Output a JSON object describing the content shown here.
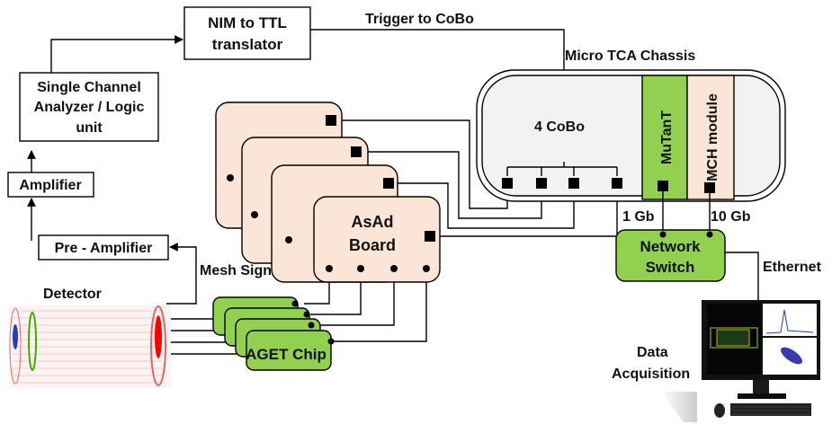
{
  "blocks": {
    "nim_ttl": [
      "NIM to TTL",
      "translator"
    ],
    "sca": [
      "Single Channel",
      "Analyzer / Logic",
      "unit"
    ],
    "amplifier": "Amplifier",
    "preamp": "Pre - Amplifier",
    "detector": "Detector",
    "mesh_signal": "Mesh Signal",
    "aget": "AGET Chip",
    "asad": [
      "AsAd",
      "Board"
    ],
    "trigger": "Trigger to CoBo",
    "chassis": "Micro TCA Chassis",
    "cobo": "4 CoBo",
    "mutant": "MuTanT",
    "mch": "MCH module",
    "link_1gb": "1 Gb",
    "link_10gb": "10 Gb",
    "switch": [
      "Network",
      "Switch"
    ],
    "ethernet": "Ethernet",
    "daq": [
      "Data",
      "Acquisition"
    ]
  },
  "colors": {
    "asad_fill": "#fbe5d6",
    "green": "#92d050",
    "chassis_fill": "#f2f2f2",
    "detector_rings": "#e06666",
    "detector_green": "#38b000",
    "detector_blue": "#1f3fbf",
    "detector_red": "#ff0000"
  }
}
